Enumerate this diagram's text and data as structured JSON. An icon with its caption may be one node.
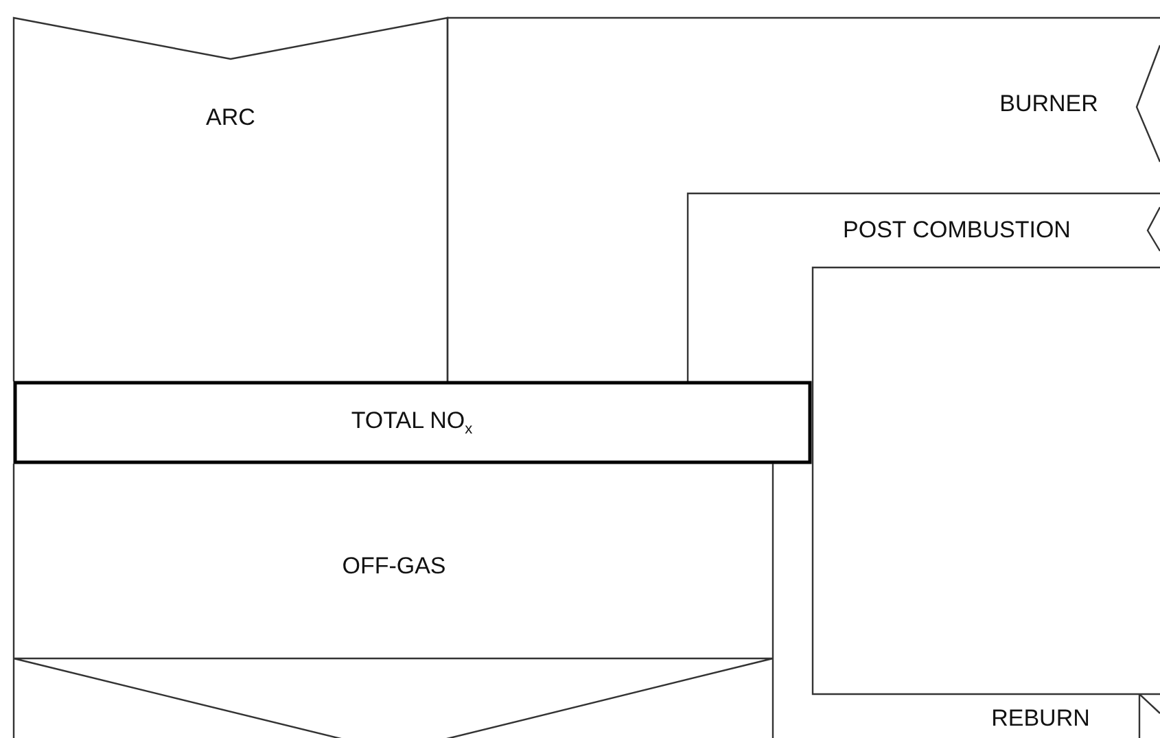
{
  "diagram": {
    "nodes": [
      {
        "text": [
          "ARC"
        ]
      },
      {
        "text": [
          "BURNER"
        ]
      },
      {
        "text": [
          "POST COMBUSTION"
        ]
      },
      {
        "text": [
          "TOTAL NO$_{x}$"
        ]
      },
      {
        "text": [
          "OFF-GAS"
        ]
      },
      {
        "text": [
          "REBURN"
        ]
      }
    ]
  }
}
